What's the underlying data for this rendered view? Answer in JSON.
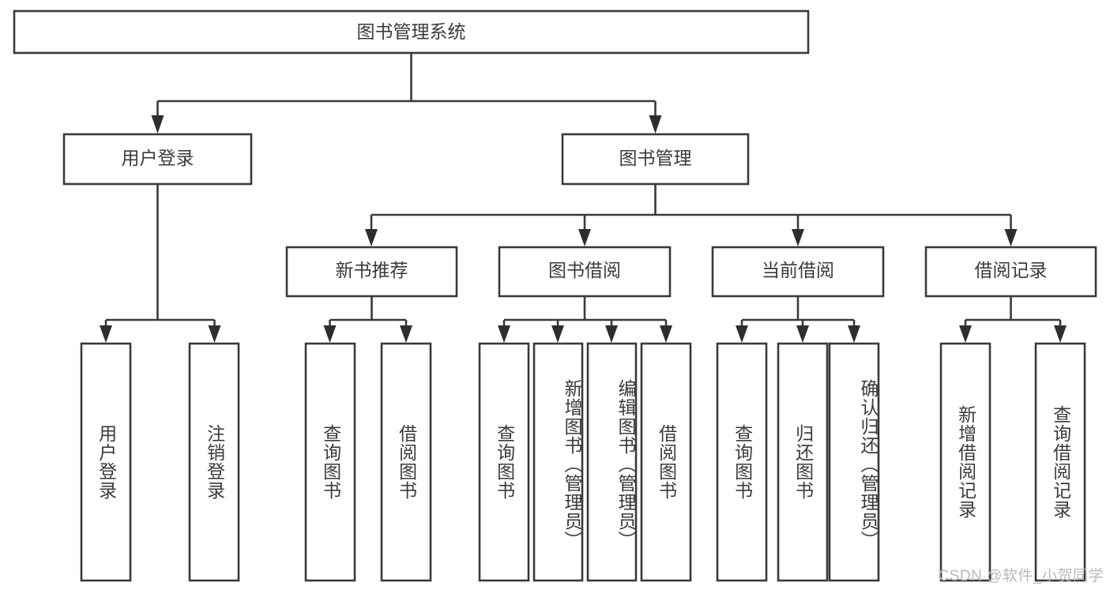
{
  "diagram": {
    "title": "图书管理系统",
    "type": "hierarchy-tree",
    "watermark": "CSDN @软件_小贺同学",
    "colors": {
      "box_stroke": "#3a3a3a",
      "box_fill": "#ffffff",
      "text": "#3b3b3b",
      "connector": "#3a3a3a",
      "watermark": "#b9b9b9"
    },
    "root": {
      "id": "root",
      "label": "图书管理系统"
    },
    "level2": [
      {
        "id": "user-login",
        "label": "用户登录"
      },
      {
        "id": "book-manage",
        "label": "图书管理"
      }
    ],
    "level3": [
      {
        "id": "new-book-rec",
        "label": "新书推荐",
        "parent": "book-manage"
      },
      {
        "id": "book-borrow",
        "label": "图书借阅",
        "parent": "book-manage"
      },
      {
        "id": "current-borrow",
        "label": "当前借阅",
        "parent": "book-manage"
      },
      {
        "id": "borrow-record",
        "label": "借阅记录",
        "parent": "book-manage"
      }
    ],
    "leaves": [
      {
        "id": "leaf-user-login",
        "label": "用户登录",
        "parent": "user-login"
      },
      {
        "id": "leaf-logout",
        "label": "注销登录",
        "parent": "user-login"
      },
      {
        "id": "leaf-query-book-1",
        "label": "查询图书",
        "parent": "new-book-rec"
      },
      {
        "id": "leaf-borrow-book-1",
        "label": "借阅图书",
        "parent": "new-book-rec"
      },
      {
        "id": "leaf-query-book-2",
        "label": "查询图书",
        "parent": "book-borrow"
      },
      {
        "id": "leaf-add-book",
        "label": "新增图书（管理员）",
        "parent": "book-borrow"
      },
      {
        "id": "leaf-edit-book",
        "label": "编辑图书（管理员）",
        "parent": "book-borrow"
      },
      {
        "id": "leaf-borrow-book-2",
        "label": "借阅图书",
        "parent": "book-borrow"
      },
      {
        "id": "leaf-query-book-3",
        "label": "查询图书",
        "parent": "current-borrow"
      },
      {
        "id": "leaf-return-book",
        "label": "归还图书",
        "parent": "current-borrow"
      },
      {
        "id": "leaf-confirm-return",
        "label": "确认归还（管理员）",
        "parent": "current-borrow"
      },
      {
        "id": "leaf-add-record",
        "label": "新增借阅记录",
        "parent": "borrow-record"
      },
      {
        "id": "leaf-query-record",
        "label": "查询借阅记录",
        "parent": "borrow-record"
      }
    ]
  }
}
